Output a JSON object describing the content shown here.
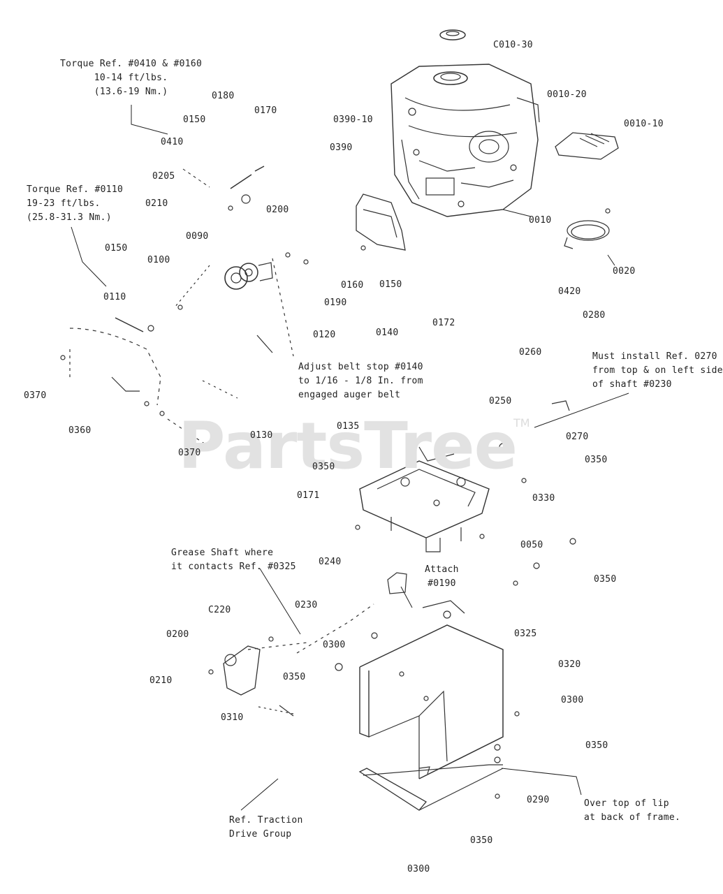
{
  "watermark": {
    "brand": "PartsTree",
    "tm": "TM"
  },
  "part_labels": {
    "p1": "C010-30",
    "p2": "0010-20",
    "p3": "0010-10",
    "p4": "0390-10",
    "p5": "0390",
    "p6": "0180",
    "p7": "0170",
    "p8": "0150",
    "p9": "0410",
    "p10": "0205",
    "p11": "0210",
    "p12": "0200",
    "p13": "0090",
    "p14": "0150",
    "p15": "0100",
    "p16": "0110",
    "p17": "0010",
    "p18": "0020",
    "p19": "0420",
    "p20": "0160",
    "p21": "0150",
    "p22": "0190",
    "p23": "0280",
    "p24": "0120",
    "p25": "0140",
    "p26": "0172",
    "p27": "0260",
    "p28": "0370",
    "p29": "0360",
    "p30": "0370",
    "p31": "0130",
    "p32": "0250",
    "p33": "0135",
    "p34": "0270",
    "p35": "0350",
    "p36": "0350",
    "p37": "0330",
    "p38": "0171",
    "p39": "0050",
    "p40": "0350",
    "p41": "0240",
    "p42": "0230",
    "p43": "C220",
    "p44": "0200",
    "p45": "0300",
    "p46": "0325",
    "p47": "0210",
    "p48": "0350",
    "p49": "0320",
    "p50": "0300",
    "p51": "0310",
    "p52": "0350",
    "p53": "0290",
    "p54": "0350",
    "p55": "0300"
  },
  "notes": {
    "torque_0410": [
      "Torque Ref. #0410 & #0160",
      "10-14 ft/lbs.",
      "(13.6-19 Nm.)"
    ],
    "torque_0110": [
      "Torque Ref. #0110",
      "19-23 ft/lbs.",
      "(25.8-31.3 Nm.)"
    ],
    "belt_stop": [
      "Adjust belt stop #0140",
      "to 1/16 - 1/8 In. from",
      "engaged auger belt"
    ],
    "install_0270": [
      "Must install Ref. 0270",
      "from top & on left side",
      "of shaft #0230"
    ],
    "grease_shaft": [
      "Grease Shaft where",
      "it contacts Ref. #0325"
    ],
    "attach_0190": [
      "Attach",
      "#0190"
    ],
    "traction_drive": [
      "Ref. Traction",
      "Drive Group"
    ],
    "over_lip": [
      "Over top of lip",
      "at back of frame."
    ]
  }
}
